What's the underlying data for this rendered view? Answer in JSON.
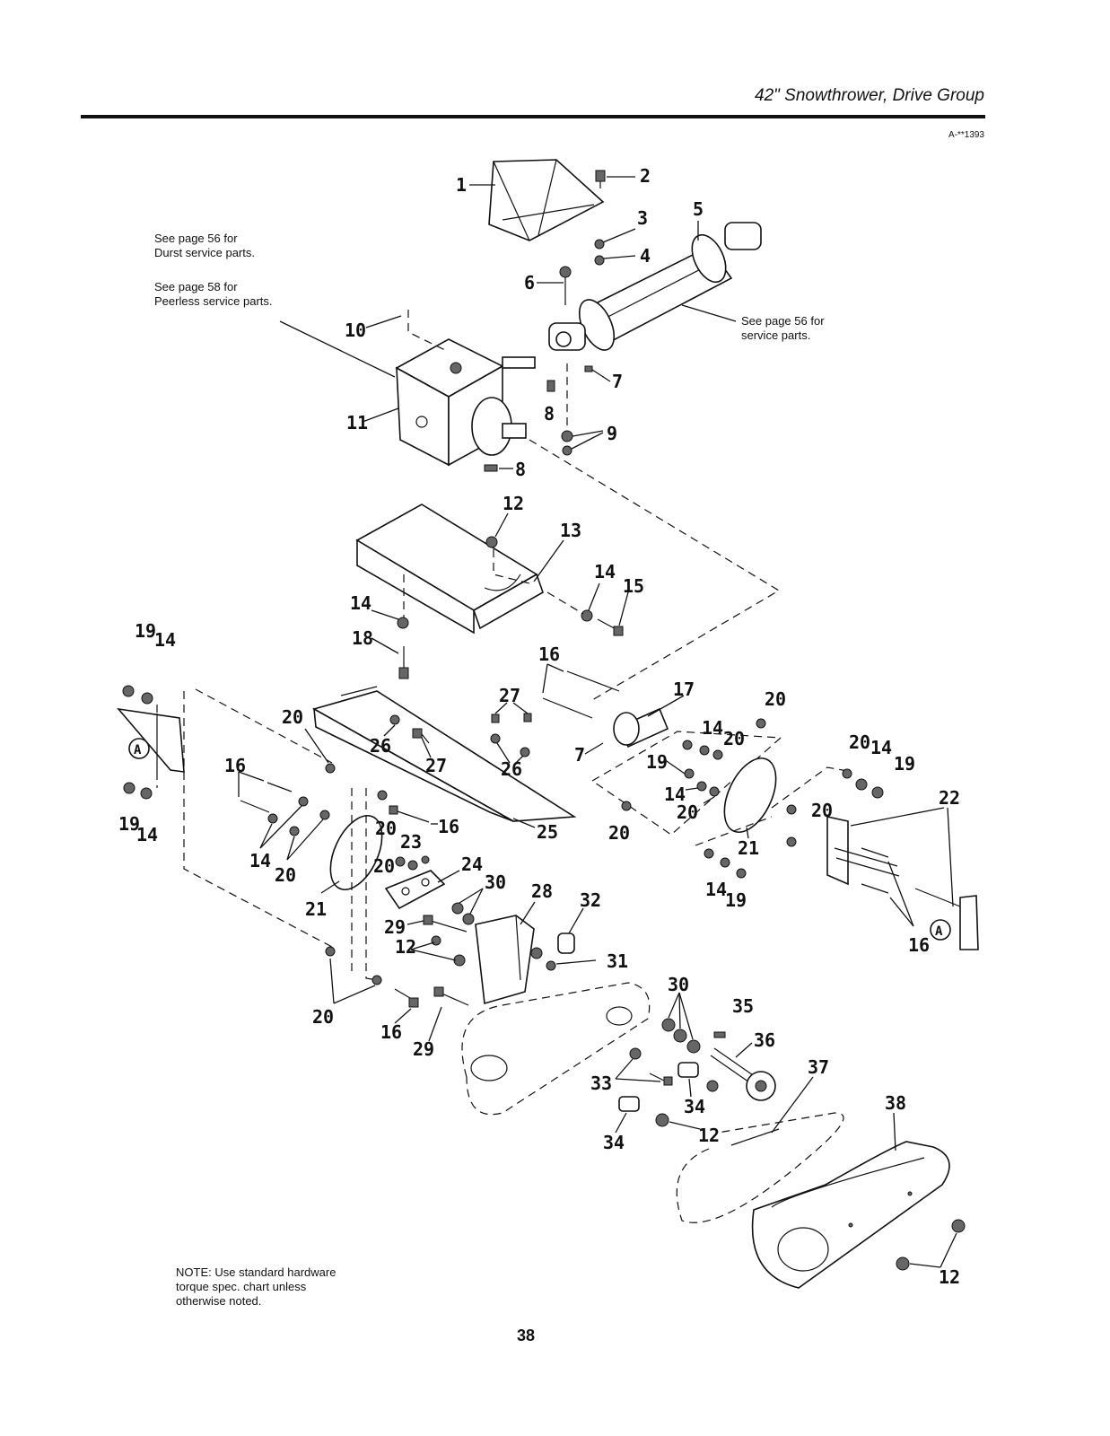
{
  "header": {
    "title": "42\" Snowthrower, Drive Group",
    "figure_code": "A-**1393"
  },
  "notes": {
    "durst": "See page 56 for\nDurst service parts.",
    "peerless": "See page 58 for\nPeerless service parts.",
    "driveshaft": "See page 56 for\nservice parts.",
    "hardware": "NOTE: Use standard hardware\ntorque spec. chart unless\notherwise noted."
  },
  "page_number": "38",
  "callouts": {
    "c1": "1",
    "c2": "2",
    "c3": "3",
    "c4": "4",
    "c5": "5",
    "c6": "6",
    "c7a": "7",
    "c7b": "7",
    "c8a": "8",
    "c8b": "8",
    "c9": "9",
    "c10": "10",
    "c11": "11",
    "c12a": "12",
    "c12b": "12",
    "c12c": "12",
    "c12d": "12",
    "c13": "13",
    "c14a": "14",
    "c14b": "14",
    "c14c": "14",
    "c14d": "14",
    "c14e": "14",
    "c14f": "14",
    "c14g": "14",
    "c14h": "14",
    "c14i": "14",
    "c15": "15",
    "c16a": "16",
    "c16b": "16",
    "c16c": "16",
    "c16d": "16",
    "c16e": "16",
    "c17": "17",
    "c18": "18",
    "c19a": "19",
    "c19b": "19",
    "c19c": "19",
    "c19d": "19",
    "c19e": "19",
    "c20a": "20",
    "c20b": "20",
    "c20c": "20",
    "c20d": "20",
    "c20e": "20",
    "c20f": "20",
    "c20g": "20",
    "c20h": "20",
    "c20i": "20",
    "c20j": "20",
    "c20k": "20",
    "c21a": "21",
    "c21b": "21",
    "c22": "22",
    "c23": "23",
    "c24": "24",
    "c25": "25",
    "c26a": "26",
    "c26b": "26",
    "c27a": "27",
    "c27b": "27",
    "c28": "28",
    "c29a": "29",
    "c29b": "29",
    "c30a": "30",
    "c30b": "30",
    "c31": "31",
    "c32": "32",
    "c33": "33",
    "c34a": "34",
    "c34b": "34",
    "c35": "35",
    "c36": "36",
    "c37": "37",
    "c38": "38",
    "refA1": "A",
    "refA2": "A"
  }
}
